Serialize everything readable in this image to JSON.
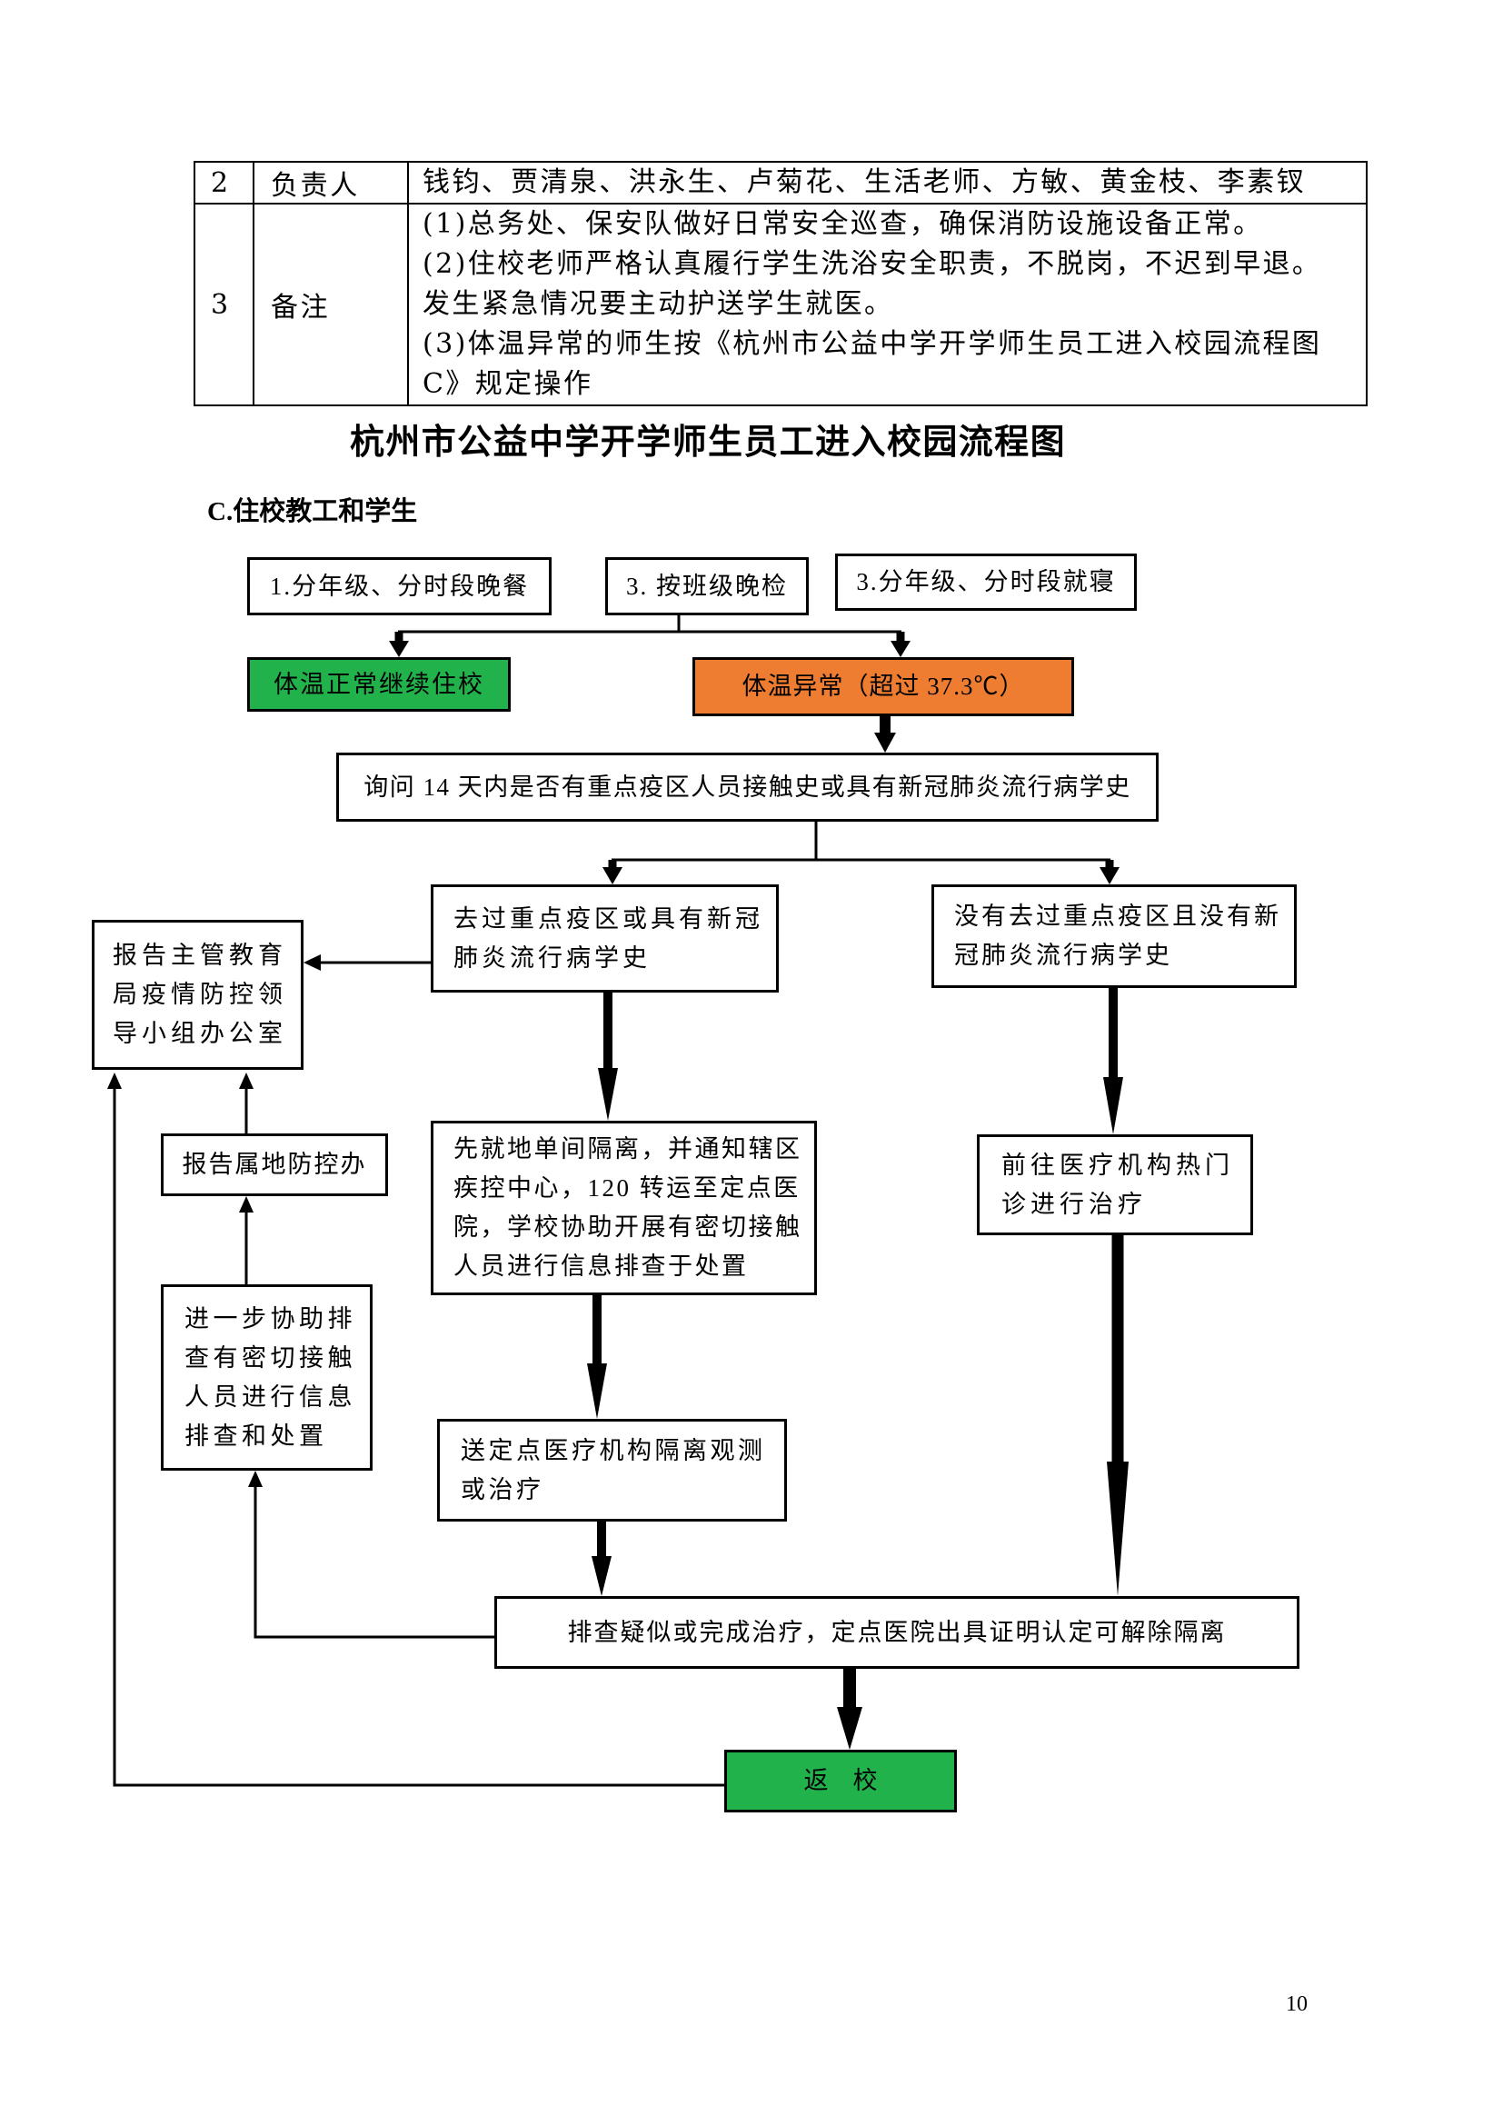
{
  "table": {
    "rows": [
      {
        "no": "2",
        "label": "负责人",
        "lines": [
          "钱钧、贾清泉、洪永生、卢菊花、生活老师、方敏、黄金枝、李素钗"
        ]
      },
      {
        "no": "3",
        "label": "备注",
        "lines": [
          "(1)总务处、保安队做好日常安全巡查，确保消防设施设备正常。",
          "(2)住校老师严格认真履行学生洗浴安全职责，不脱岗，不迟到早退。",
          "发生紧急情况要主动护送学生就医。",
          "(3)体温异常的师生按《杭州市公益中学开学师生员工进入校园流程图",
          "C》规定操作"
        ]
      }
    ]
  },
  "title": "杭州市公益中学开学师生员工进入校园流程图",
  "section_heading": "C.住校教工和学生",
  "flow": {
    "dinner": [
      "1.分年级、分时段晚餐"
    ],
    "evening_check": [
      "3.  按班级晚检"
    ],
    "bedtime": [
      "3.分年级、分时段就寝"
    ],
    "temp_normal": [
      "体温正常继续住校"
    ],
    "temp_abnormal": [
      "体温异常（超过 37.3℃）"
    ],
    "inquiry": [
      "询问 14 天内是否有重点疫区人员接触史或具有新冠肺炎流行病学史"
    ],
    "exposed": [
      "去过重点疫区或具有新冠",
      "肺炎流行病学史"
    ],
    "not_exposed": [
      "没有去过重点疫区且没有新",
      "冠肺炎流行病学史"
    ],
    "report_bureau": [
      "报告主管教育",
      "局疫情防控领",
      "导小组办公室"
    ],
    "report_local": [
      "报告属地防控办"
    ],
    "assist_trace": [
      "进一步协助排",
      "查有密切接触",
      "人员进行信息",
      "排查和处置"
    ],
    "isolate": [
      "先就地单间隔离，并通知辖区",
      "疾控中心，120 转运至定点医",
      "院，学校协助开展有密切接触",
      "人员进行信息排查于处置"
    ],
    "fever_clinic": [
      "前往医疗机构热门",
      "诊进行治疗"
    ],
    "designated": [
      "送定点医疗机构隔离观测",
      "或治疗"
    ],
    "release": [
      "排查疑似或完成治疗，定点医院出具证明认定可解除隔离"
    ],
    "return": [
      "返　校"
    ]
  },
  "colors": {
    "normal_fill": "#22b24c",
    "abnormal_fill": "#ee7d31",
    "return_fill": "#22b24c"
  },
  "page_number": "10"
}
